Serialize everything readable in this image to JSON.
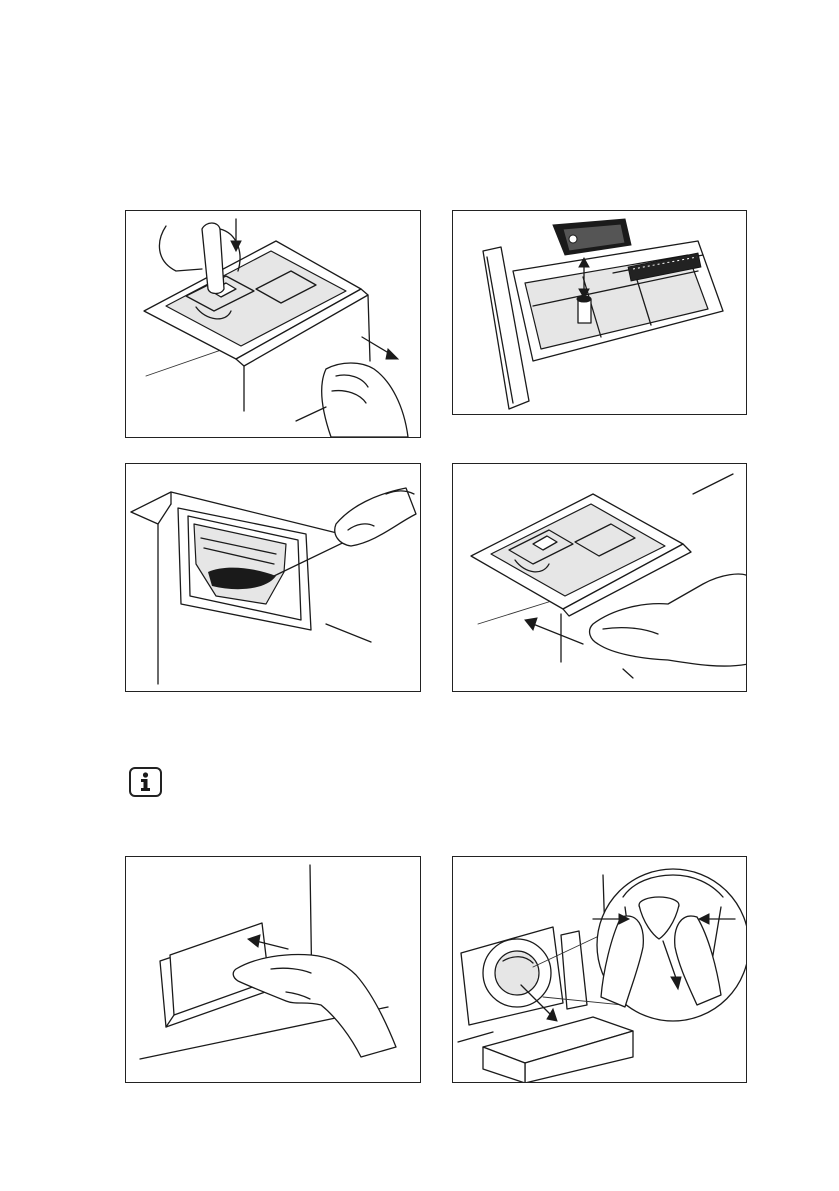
{
  "page": {
    "background": "#ffffff",
    "line_color": "#1a1a1a"
  },
  "illustrations": [
    {
      "id": "pull-drawer",
      "icon": "press-latch-and-pull-drawer"
    },
    {
      "id": "remove-insert",
      "icon": "lift-siphon-insert-with-brush"
    },
    {
      "id": "brush-recess",
      "icon": "brush-clean-dispenser-recess"
    },
    {
      "id": "insert-drawer",
      "icon": "push-drawer-back-in"
    },
    {
      "id": "open-filter-door",
      "icon": "open-filter-flap"
    },
    {
      "id": "remove-filter",
      "icon": "squeeze-and-pull-drain-filter"
    }
  ],
  "info_icon": {
    "name": "info-icon",
    "glyph": "i"
  }
}
